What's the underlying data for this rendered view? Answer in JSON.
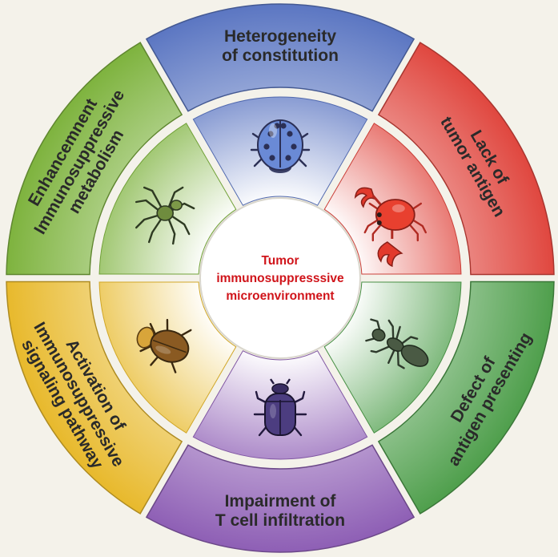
{
  "center": {
    "lines": [
      "Tumor",
      "immunosuppresssive",
      "microenvironment"
    ]
  },
  "segments": [
    {
      "id": "heterogeneity",
      "lines": [
        "Heterogeneity",
        "of constitution"
      ],
      "color": "#5b76c2",
      "icon": "ladybug-icon"
    },
    {
      "id": "lack-antigen",
      "lines": [
        "Lack of",
        "tumor antigen"
      ],
      "color": "#e0473f",
      "icon": "crab-icon"
    },
    {
      "id": "antigen-presenting",
      "lines": [
        "Defect of",
        "antigen presenting"
      ],
      "color": "#4f9f4c",
      "icon": "ant-icon"
    },
    {
      "id": "t-cell",
      "lines": [
        "Impairment of",
        "T cell infiltration"
      ],
      "color": "#8e5fb5",
      "icon": "scarab-beetle-icon"
    },
    {
      "id": "signaling",
      "lines": [
        "Activation of",
        "Immunosuppressive",
        "signaling pathway"
      ],
      "color": "#e8b92c",
      "icon": "beetle-icon"
    },
    {
      "id": "metabolism",
      "lines": [
        "Enhancemnent",
        "Immunosuppressive",
        "metabolism"
      ],
      "color": "#7eb33e",
      "icon": "spider-icon"
    }
  ]
}
